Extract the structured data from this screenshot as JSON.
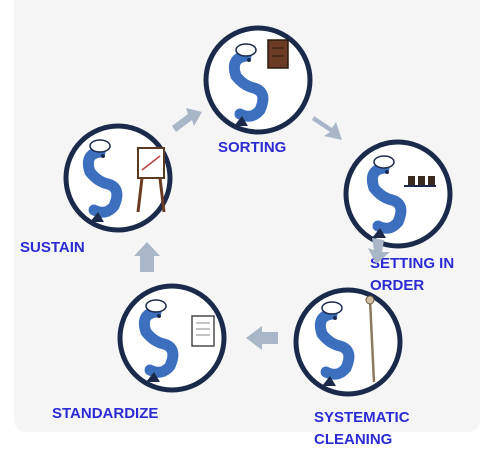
{
  "diagram": {
    "steps": [
      {
        "id": "sorting",
        "label": "SORTING"
      },
      {
        "id": "setting",
        "label_line1": "SETTING IN",
        "label_line2": "ORDER"
      },
      {
        "id": "cleaning",
        "label_line1": "SYSTEMATIC",
        "label_line2": "CLEANING"
      },
      {
        "id": "standardize",
        "label": "STANDARDIZE"
      },
      {
        "id": "sustain",
        "label": "SUSTAIN"
      }
    ],
    "colors": {
      "label": "#2b2bd4",
      "circle_stroke": "#1b2a4a",
      "mascot": "#3d6fbf",
      "arrow": "#a9b6c8",
      "panel": "#f5f5f6"
    },
    "icons": [
      "mascot-holding-box",
      "mascot-carrying-tray",
      "mascot-with-broom",
      "mascot-holding-document",
      "mascot-at-easel"
    ]
  }
}
